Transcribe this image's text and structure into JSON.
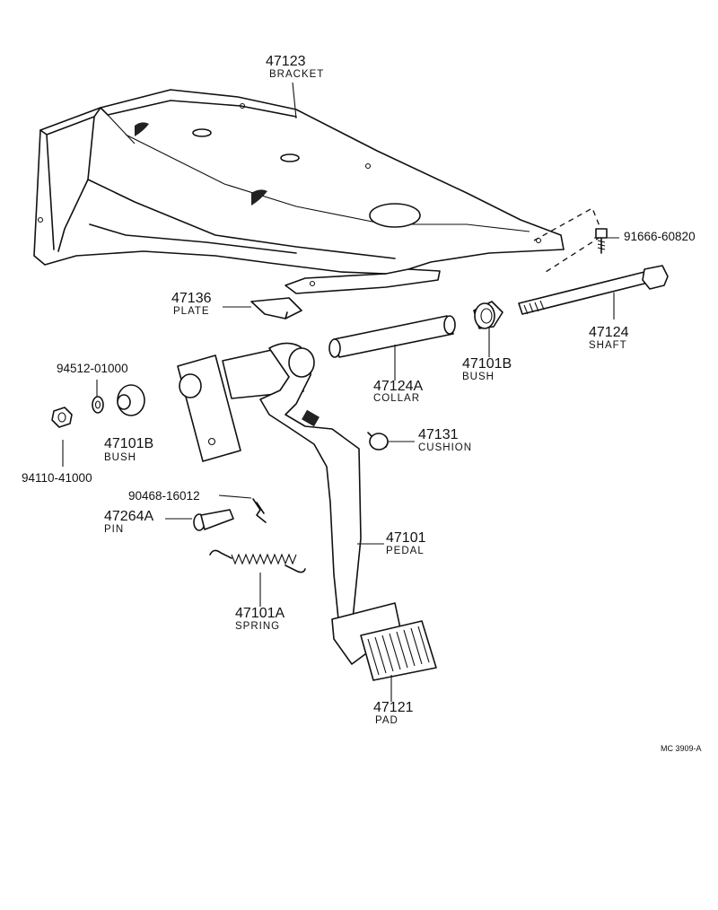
{
  "diagram": {
    "parts": [
      {
        "number": "47123",
        "name": "BRACKET"
      },
      {
        "number": "91666-60820",
        "name": ""
      },
      {
        "number": "47136",
        "name": "PLATE"
      },
      {
        "number": "47124",
        "name": "SHAFT"
      },
      {
        "number": "47124A",
        "name": "COLLAR"
      },
      {
        "number": "47101B",
        "name": "BUSH"
      },
      {
        "number": "94512-01000",
        "name": ""
      },
      {
        "number": "47101B",
        "name": "BUSH"
      },
      {
        "number": "94110-41000",
        "name": ""
      },
      {
        "number": "47131",
        "name": "CUSHION"
      },
      {
        "number": "90468-16012",
        "name": ""
      },
      {
        "number": "47264A",
        "name": "PIN"
      },
      {
        "number": "47101",
        "name": "PEDAL"
      },
      {
        "number": "47101A",
        "name": "SPRING"
      },
      {
        "number": "47121",
        "name": "PAD"
      }
    ],
    "drawing_code": "MC 3909-A"
  }
}
